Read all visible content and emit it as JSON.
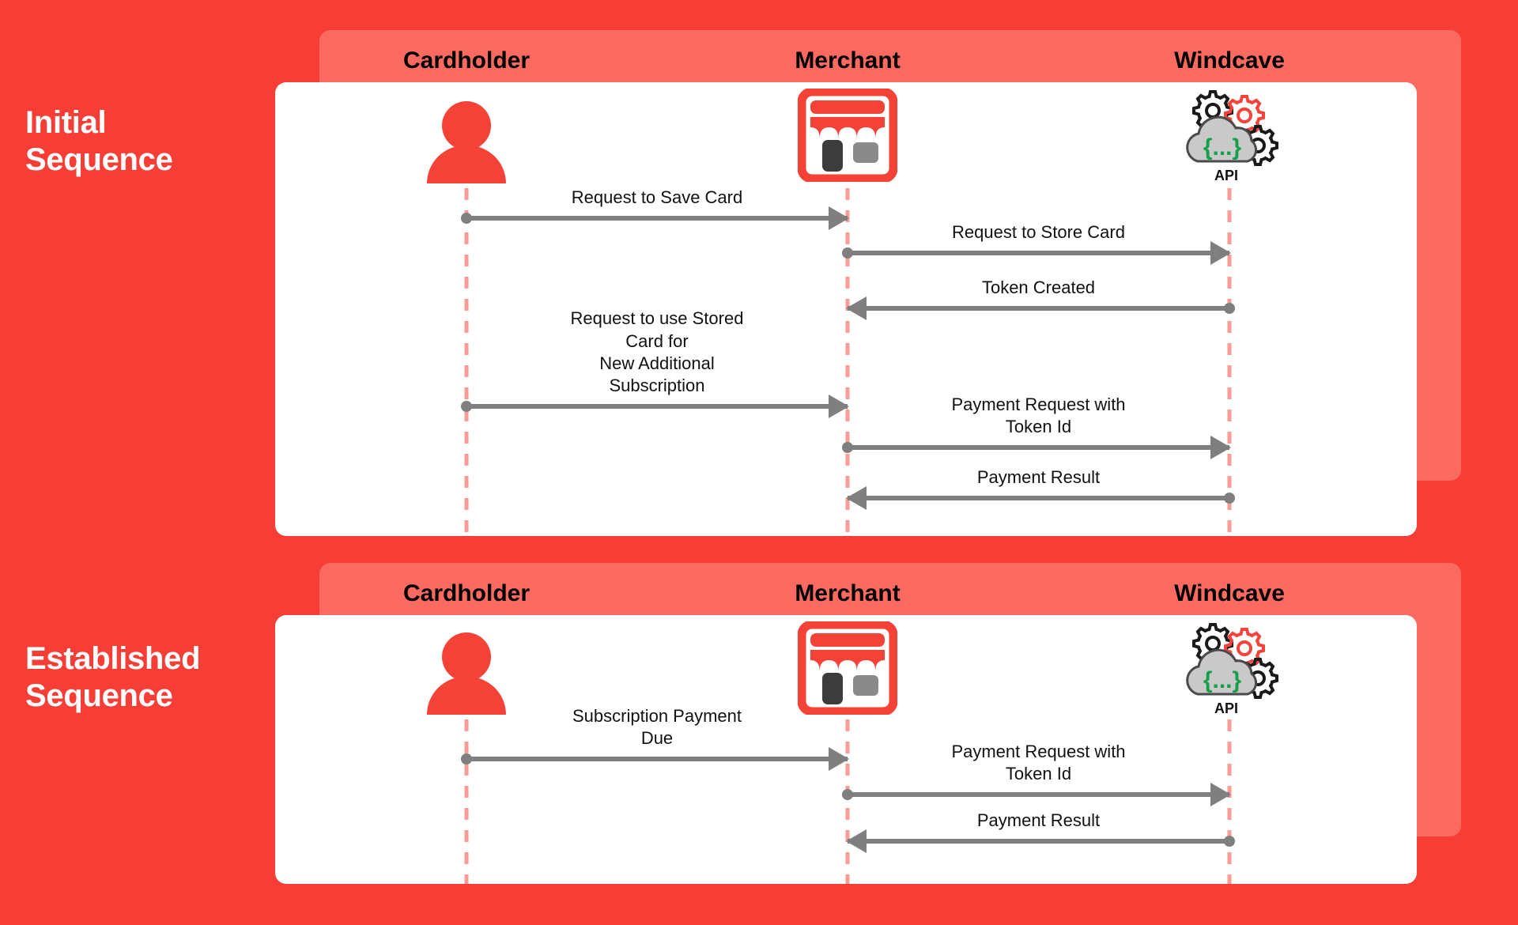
{
  "background_color": "#f73e36",
  "band_color": "#fb6a60",
  "panel_color": "#ffffff",
  "lifeline_color": "#fb9b95",
  "arrow_color": "#7f7f7f",
  "accent_red": "#f44336",
  "diagram_data": {
    "type": "sequence-diagram",
    "title": "Windcave tokenised subscription payment sequences",
    "actors": [
      "Cardholder",
      "Merchant",
      "Windcave"
    ],
    "blocks": [
      {
        "caption": "Initial\nSequence",
        "columns": [
          {
            "label": "Cardholder",
            "icon": "person-icon"
          },
          {
            "label": "Merchant",
            "icon": "storefront-icon"
          },
          {
            "label": "Windcave",
            "icon": "api-cloud-icon"
          }
        ],
        "messages": [
          {
            "text": "Request to Save Card",
            "from": "Cardholder",
            "to": "Merchant",
            "direction": "right"
          },
          {
            "text": "Request to Store Card",
            "from": "Merchant",
            "to": "Windcave",
            "direction": "right"
          },
          {
            "text": "Token Created",
            "from": "Windcave",
            "to": "Merchant",
            "direction": "left"
          },
          {
            "text": "Request to use Stored Card for\nNew Additional Subscription",
            "from": "Cardholder",
            "to": "Merchant",
            "direction": "right"
          },
          {
            "text": "Payment Request with Token Id",
            "from": "Merchant",
            "to": "Windcave",
            "direction": "right"
          },
          {
            "text": "Payment Result",
            "from": "Windcave",
            "to": "Merchant",
            "direction": "left"
          }
        ]
      },
      {
        "caption": "Established\nSequence",
        "columns": [
          {
            "label": "Cardholder",
            "icon": "person-icon"
          },
          {
            "label": "Merchant",
            "icon": "storefront-icon"
          },
          {
            "label": "Windcave",
            "icon": "api-cloud-icon"
          }
        ],
        "messages": [
          {
            "text": "Subscription Payment Due",
            "from": "Cardholder",
            "to": "Merchant",
            "direction": "right"
          },
          {
            "text": "Payment Request with Token Id",
            "from": "Merchant",
            "to": "Windcave",
            "direction": "right"
          },
          {
            "text": "Payment Result",
            "from": "Windcave",
            "to": "Merchant",
            "direction": "left"
          }
        ]
      }
    ],
    "icon_labels": {
      "api_badge": "API",
      "api_braces": "{...}"
    }
  },
  "blocks": {
    "initial": {
      "caption": "Initial\nSequence",
      "columns": {
        "cardholder": "Cardholder",
        "merchant": "Merchant",
        "windcave": "Windcave"
      },
      "messages": {
        "m1": "Request to Save Card",
        "m2": "Request to Store Card",
        "m3": "Token Created",
        "m4": "Request to use Stored Card for\nNew Additional Subscription",
        "m5": "Payment Request with Token Id",
        "m6": "Payment Result"
      },
      "api_label": "API"
    },
    "established": {
      "caption": "Established\nSequence",
      "columns": {
        "cardholder": "Cardholder",
        "merchant": "Merchant",
        "windcave": "Windcave"
      },
      "messages": {
        "m1": "Subscription Payment Due",
        "m2": "Payment Request with Token Id",
        "m3": "Payment Result"
      },
      "api_label": "API"
    }
  }
}
